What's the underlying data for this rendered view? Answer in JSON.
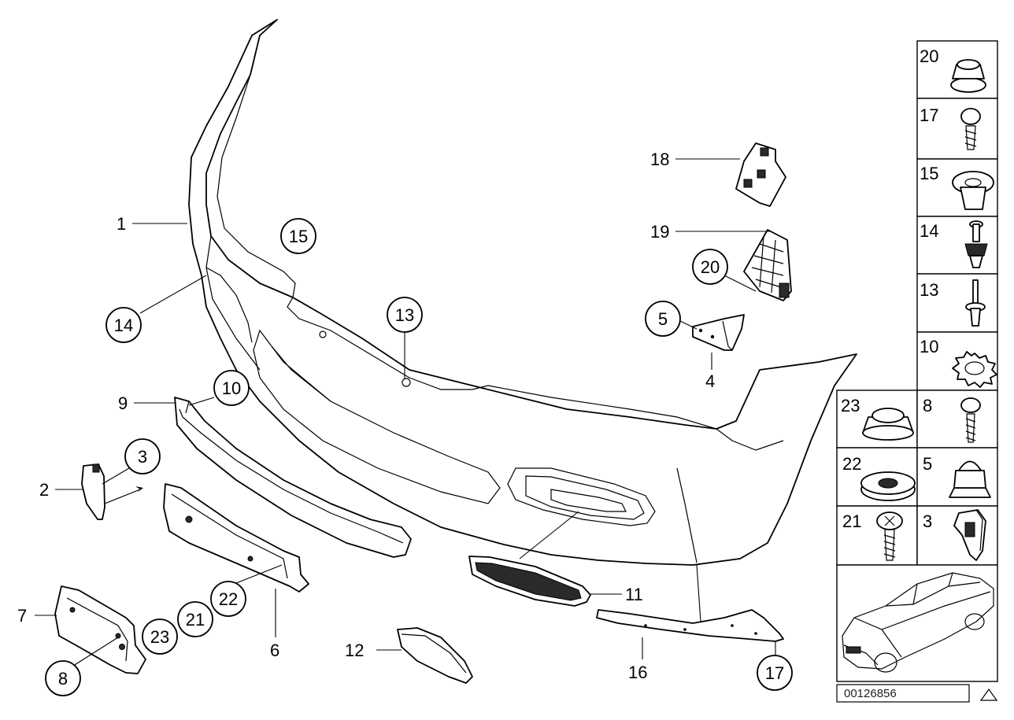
{
  "diagram": {
    "document_number": "00126856",
    "callouts": [
      {
        "id": "c1",
        "label": "1"
      },
      {
        "id": "c2",
        "label": "2"
      },
      {
        "id": "c3",
        "label": "3"
      },
      {
        "id": "c4",
        "label": "4"
      },
      {
        "id": "c5",
        "label": "5"
      },
      {
        "id": "c6",
        "label": "6"
      },
      {
        "id": "c7",
        "label": "7"
      },
      {
        "id": "c8",
        "label": "8"
      },
      {
        "id": "c9",
        "label": "9"
      },
      {
        "id": "c10",
        "label": "10"
      },
      {
        "id": "c11",
        "label": "11"
      },
      {
        "id": "c12",
        "label": "12"
      },
      {
        "id": "c13",
        "label": "13"
      },
      {
        "id": "c14",
        "label": "14"
      },
      {
        "id": "c15",
        "label": "15"
      },
      {
        "id": "c16",
        "label": "16"
      },
      {
        "id": "c17",
        "label": "17"
      },
      {
        "id": "c18",
        "label": "18"
      },
      {
        "id": "c19",
        "label": "19"
      },
      {
        "id": "c20",
        "label": "20"
      },
      {
        "id": "c21",
        "label": "21"
      },
      {
        "id": "c22",
        "label": "22"
      },
      {
        "id": "c23",
        "label": "23"
      }
    ],
    "legend": [
      {
        "label": "20",
        "icon": "nut-icon"
      },
      {
        "label": "17",
        "icon": "screw-icon"
      },
      {
        "label": "15",
        "icon": "clip-nut-icon"
      },
      {
        "label": "14",
        "icon": "expanding-rivet-icon"
      },
      {
        "label": "13",
        "icon": "rivet-icon"
      },
      {
        "label": "10",
        "icon": "lock-washer-icon"
      },
      {
        "label": "23",
        "icon": "grommet-icon"
      },
      {
        "label": "8",
        "icon": "screw-icon"
      },
      {
        "label": "22",
        "icon": "washer-icon"
      },
      {
        "label": "5",
        "icon": "cap-nut-icon"
      },
      {
        "label": "21",
        "icon": "screw-icon"
      },
      {
        "label": "3",
        "icon": "clip-icon"
      }
    ],
    "vehicle_icon": "car-icon",
    "corner_icon": "triangle-icon"
  }
}
